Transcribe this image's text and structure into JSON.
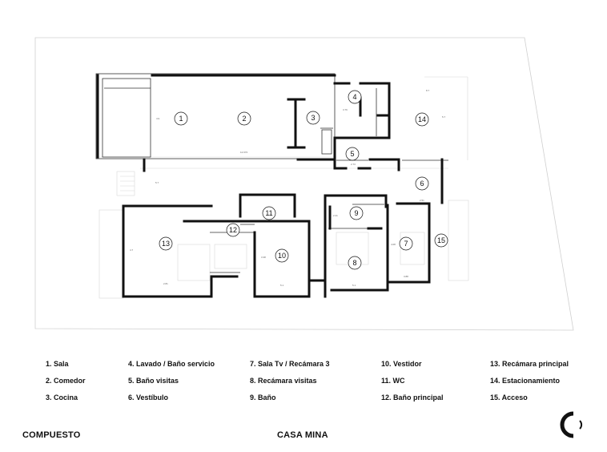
{
  "plan": {
    "room_numbers": [
      "1",
      "2",
      "3",
      "4",
      "5",
      "6",
      "7",
      "8",
      "9",
      "10",
      "11",
      "12",
      "13",
      "14",
      "15"
    ],
    "dimensions": [
      "12.972",
      "4.9",
      "5.7",
      "3.76",
      "2.73",
      "5.7",
      "8.7",
      "4.7",
      "2.81",
      "3.38",
      "5.1",
      "2.41",
      "5.1",
      "4.08",
      "3.88",
      "2.51"
    ]
  },
  "legend": [
    [
      "1. Sala",
      "2. Comedor",
      "3. Cocina"
    ],
    [
      "4. Lavado / Baño servicio",
      "5. Baño visitas",
      "6. Vestíbulo"
    ],
    [
      "7. Sala Tv / Recámara 3",
      "8. Recámara visitas",
      "9. Baño"
    ],
    [
      "10. Vestidor",
      "11. WC",
      "12. Baño principal"
    ],
    [
      "13. Recámara principal",
      "14. Estacionamiento",
      "15. Acceso"
    ]
  ],
  "footer": {
    "left": "COMPUESTO",
    "center": "CASA MINA"
  },
  "logo": {
    "icon": "c-logo-icon"
  }
}
